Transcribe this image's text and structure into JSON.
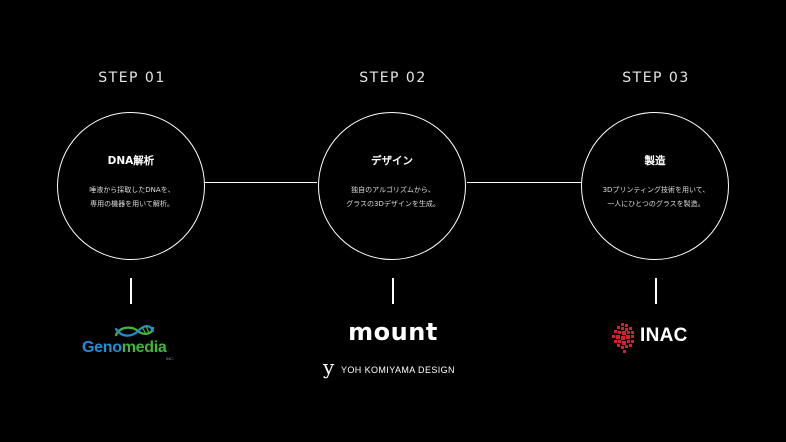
{
  "steps": [
    {
      "label": "STEP 01",
      "title": "DNA解析",
      "desc_line1": "唾液から採取したDNAを、",
      "desc_line2": "専用の機器を用いて解析。"
    },
    {
      "label": "STEP 02",
      "title": "デザイン",
      "desc_line1": "独自のアルゴリズムから、",
      "desc_line2": "グラスの3Dデザインを生成。"
    },
    {
      "label": "STEP 03",
      "title": "製造",
      "desc_line1": "3Dプリンティング技術を用いて、",
      "desc_line2": "一人にひとつのグラスを製造。"
    }
  ],
  "partners": {
    "genomedia": {
      "name_blue": "Geno",
      "name_green": "media",
      "suffix": "INC."
    },
    "mount": {
      "name": "mount",
      "sub_mark": "y",
      "sub_name": "YOH KOMIYAMA DESIGN"
    },
    "inac": {
      "name": "INAC"
    }
  },
  "colors": {
    "background": "#000000",
    "foreground": "#ffffff",
    "genomedia_blue": "#1e8fd6",
    "genomedia_green": "#44b53c",
    "inac_red": "#d4202a"
  },
  "icons": [
    "dna-helix-icon",
    "inac-pixel-icon"
  ]
}
